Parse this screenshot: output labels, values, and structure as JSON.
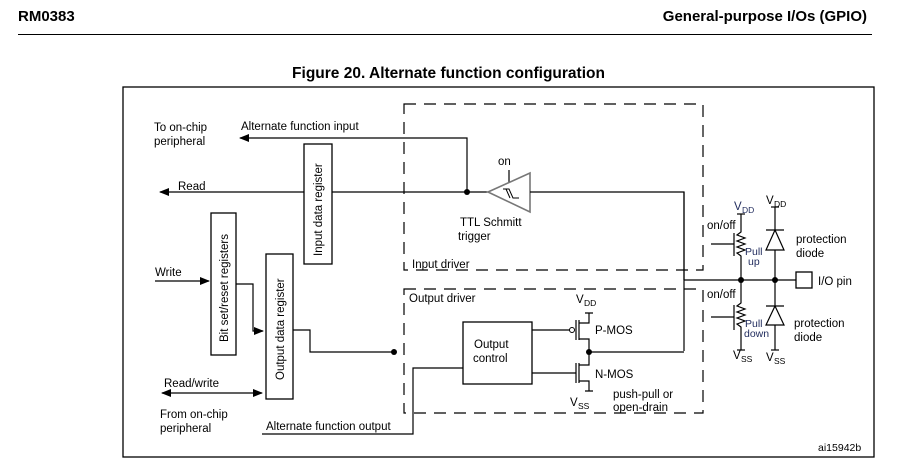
{
  "header": {
    "doc_id": "RM0383",
    "section_title": "General-purpose I/Os (GPIO)"
  },
  "figure": {
    "title": "Figure 20. Alternate function configuration",
    "ref_code": "ai15942b",
    "labels": {
      "to_onchip_1": "To on-chip",
      "to_onchip_2": "peripheral",
      "alt_func_input": "Alternate function input",
      "read": "Read",
      "write": "Write",
      "read_write": "Read/write",
      "from_onchip_1": "From on-chip",
      "from_onchip_2": "peripheral",
      "alt_func_output": "Alternate function output",
      "input_data_register": "Input data register",
      "bit_set_reset_registers": "Bit set/reset registers",
      "output_data_register": "Output data register",
      "on": "on",
      "ttl_schmitt_1": "TTL Schmitt",
      "ttl_schmitt_2": "trigger",
      "input_driver": "Input driver",
      "output_driver": "Output driver",
      "output_control_1": "Output",
      "output_control_2": "control",
      "pmos": "P-MOS",
      "nmos": "N-MOS",
      "push_pull_1": "push-pull or",
      "push_pull_2": "open-drain",
      "v": "V",
      "dd": "DD",
      "ss": "SS",
      "on_off": "on/off",
      "pull": "Pull",
      "up": "up",
      "down": "down",
      "protection_1": "protection",
      "protection_2": "diode",
      "io_pin": "I/O pin"
    }
  }
}
